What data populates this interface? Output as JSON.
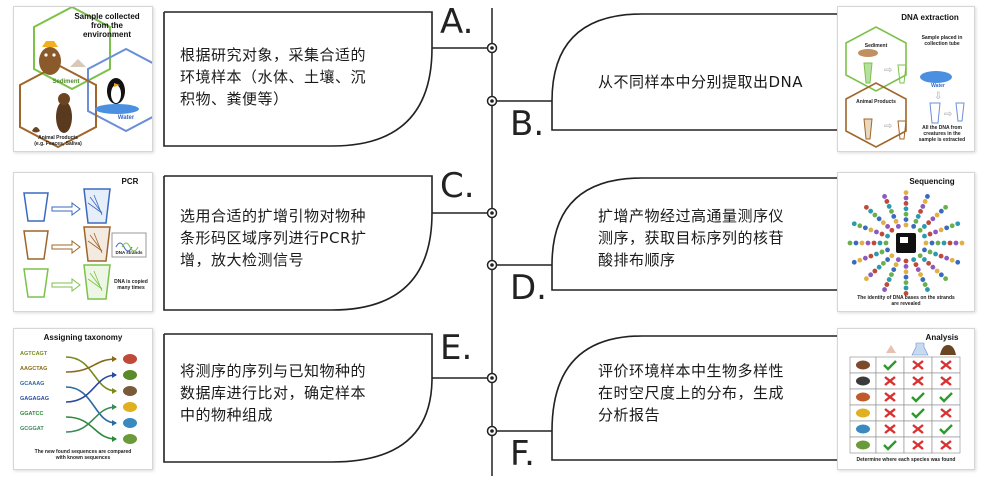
{
  "steps": [
    {
      "letter": "A.",
      "text": [
        "根据研究对象，采集合适的",
        "环境样本（水体、土壤、沉",
        "积物、粪便等）"
      ]
    },
    {
      "letter": "B.",
      "text": [
        "从不同样本中分别提取出DNA"
      ]
    },
    {
      "letter": "C.",
      "text": [
        "选用合适的扩增引物对物种",
        "条形码区域序列进行PCR扩",
        "增，放大检测信号"
      ]
    },
    {
      "letter": "D.",
      "text": [
        "扩增产物经过高通量测序仪",
        "测序，获取目标序列的核苷",
        "酸排布顺序"
      ]
    },
    {
      "letter": "E.",
      "text": [
        "将测序的序列与已知物种的",
        "数据库进行比对，确定样本",
        "中的物种组成"
      ]
    },
    {
      "letter": "F.",
      "text": [
        "评价环境样本中生物多样性",
        "在时空尺度上的分布，生成",
        "分析报告"
      ]
    }
  ],
  "panels": {
    "sample": {
      "title": [
        "Sample collected",
        "from the",
        "environment"
      ],
      "sediment": "Sediment",
      "water": "Water",
      "animal": [
        "Animal Products",
        "(e.g. Feaces, Saliva)"
      ]
    },
    "dna": {
      "title": "DNA extraction",
      "placed": [
        "Sample placed in",
        "collection tube"
      ],
      "sediment": "Sediment",
      "water": "Water",
      "animal": "Animal Products",
      "all": [
        "All the DNA from",
        "creatures in the",
        "sample is extracted"
      ]
    },
    "pcr": {
      "title": "PCR",
      "strands": "DNA strands",
      "copied": [
        "DNA is copied",
        "many times"
      ]
    },
    "seq": {
      "title": "Sequencing",
      "caption": [
        "The identity of DNA bases on the strands",
        "are revealed"
      ]
    },
    "tax": {
      "title": "Assigning taxonomy",
      "sequences": [
        "AGTCAGT",
        "AAGCTAG",
        "GCAAAG",
        "GAGAGAG",
        "GGATCC",
        "GCGGAT"
      ],
      "caption": [
        "The new found sequences are compared",
        "with known sequences"
      ]
    },
    "analysis": {
      "title": "Analysis",
      "caption": "Determine where each species was found",
      "grid": [
        [
          true,
          false,
          false
        ],
        [
          false,
          false,
          false
        ],
        [
          false,
          true,
          true
        ],
        [
          false,
          true,
          false
        ],
        [
          false,
          false,
          true
        ],
        [
          true,
          false,
          false
        ]
      ]
    }
  },
  "colors": {
    "line": "#222222",
    "hexBlue": "#6a8fd8",
    "hexGreen": "#7cc24a",
    "hexBrown": "#a0652a",
    "check": "#2e9a2e",
    "cross": "#d93030"
  }
}
